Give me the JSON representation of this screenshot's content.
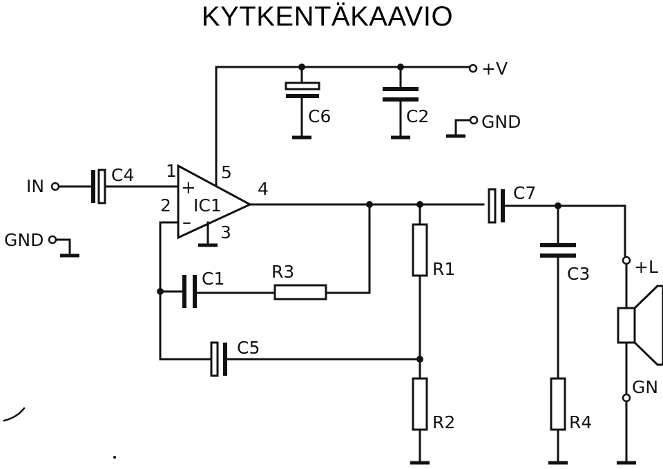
{
  "title": "KYTKENTÄKAAVIO",
  "components": {
    "ic": {
      "ref": "IC1",
      "pin1": "1",
      "pin2": "2",
      "pin3": "3",
      "pin4": "4",
      "pin5": "5",
      "plus": "+",
      "minus": "–"
    },
    "capacitors": {
      "c1": "C1",
      "c2": "C2",
      "c3": "C3",
      "c4": "C4",
      "c5": "C5",
      "c6": "C6",
      "c7": "C7"
    },
    "resistors": {
      "r1": "R1",
      "r2": "R2",
      "r3": "R3",
      "r4": "R4"
    }
  },
  "terminals": {
    "input": "IN",
    "input_gnd": "GND",
    "supply": "+V",
    "supply_gnd": "GND",
    "speaker_plus": "+L",
    "speaker_gnd": "GN"
  }
}
